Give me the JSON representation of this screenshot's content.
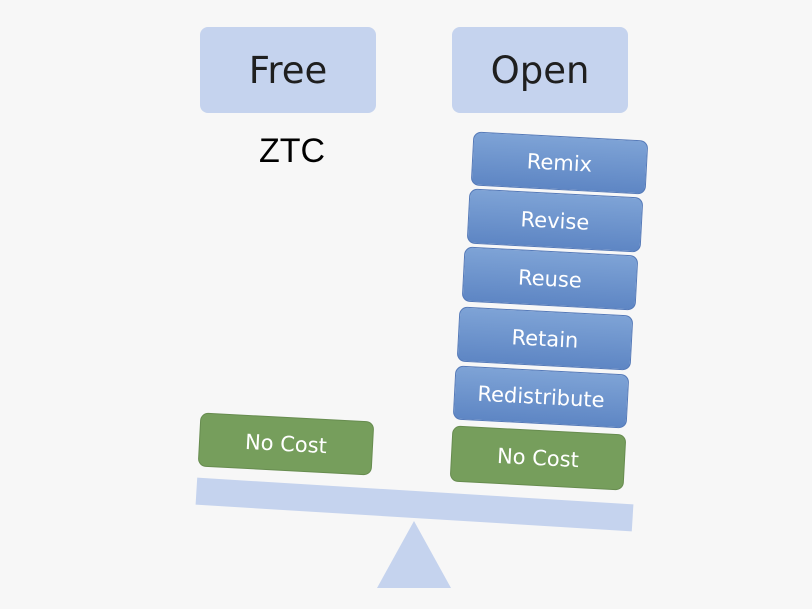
{
  "columns": {
    "free_title": "Free",
    "open_title": "Open"
  },
  "free_label": "ZTC",
  "free_stack": [
    "No Cost"
  ],
  "open_stack": [
    "Remix",
    "Revise",
    "Reuse",
    "Retain",
    "Redistribute",
    "No Cost"
  ],
  "colors": {
    "header_bg": "#c5d3ee",
    "blue_block": "#6f95cf",
    "green_block": "#769e5c",
    "scale": "#c5d3ee"
  }
}
